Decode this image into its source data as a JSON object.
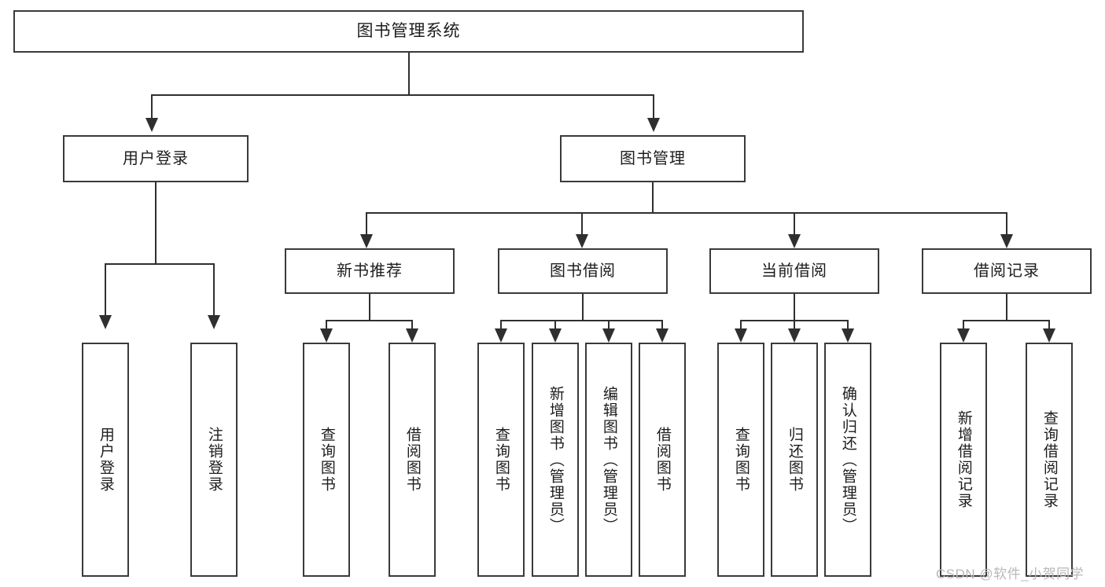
{
  "diagram": {
    "title": "图书管理系统",
    "type": "hierarchy-tree",
    "root": {
      "label": "图书管理系统"
    },
    "level2": [
      {
        "label": "用户登录"
      },
      {
        "label": "图书管理"
      }
    ],
    "level3": [
      {
        "label": "新书推荐"
      },
      {
        "label": "图书借阅"
      },
      {
        "label": "当前借阅"
      },
      {
        "label": "借阅记录"
      }
    ],
    "leaves": {
      "user_login": [
        {
          "label": "用户登录"
        },
        {
          "label": "注销登录"
        }
      ],
      "new_book_recommend": [
        {
          "label": "查询图书"
        },
        {
          "label": "借阅图书"
        }
      ],
      "book_borrow": [
        {
          "label": "查询图书"
        },
        {
          "label": "新增图书（管理员）"
        },
        {
          "label": "编辑图书（管理员）"
        },
        {
          "label": "借阅图书"
        }
      ],
      "current_borrow": [
        {
          "label": "查询图书"
        },
        {
          "label": "归还图书"
        },
        {
          "label": "确认归还（管理员）"
        }
      ],
      "borrow_record": [
        {
          "label": "新增借阅记录"
        },
        {
          "label": "查询借阅记录"
        }
      ]
    }
  },
  "watermark": {
    "text": "CSDN @软件_小贺同学"
  },
  "colors": {
    "box_border": "#3a3a3a",
    "line": "#2f2f2f",
    "text": "#1d1d1d",
    "background": "#ffffff",
    "watermark": "#b8b8b8"
  }
}
